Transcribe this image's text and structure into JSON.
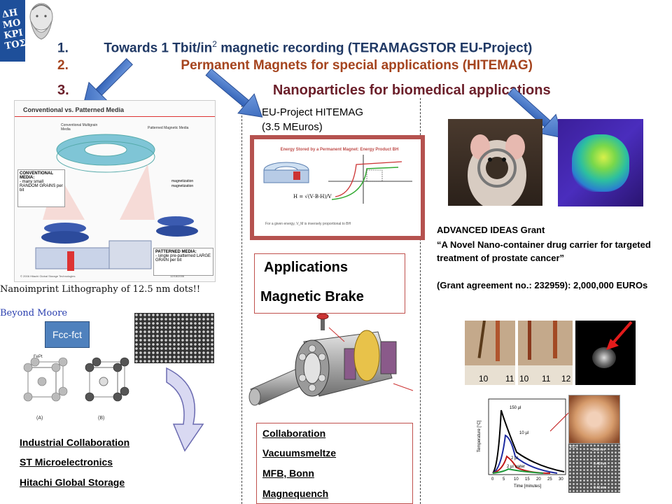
{
  "logo": {
    "text": "ΔΗΜΟΚΡΙΤΟΣ"
  },
  "headings": [
    {
      "num": "1.",
      "text": "Towards 1 Tbit/in",
      "sup": "2",
      "text2": " magnetic recording (TERAMAGSTOR EU-Project)"
    },
    {
      "num": "2.",
      "text": "Permanent Magnets for special applications (HITEMAG)"
    },
    {
      "num": "3.",
      "text": "Nanoparticles for biomedical applications"
    }
  ],
  "left": {
    "figure": {
      "title": "Conventional vs. Patterned Media",
      "label_conv_multi": "Conventional Multigrain Media",
      "label_patterned": "Patterned Magnetic Media",
      "conv_box_title": "CONVENTIONAL MEDIA:",
      "conv_box_text": "- many small RANDOM GRAINS per bit",
      "pat_box_title": "PATTERNED MEDIA:",
      "pat_box_text": "- single pre-patterned LARGE GRAIN per bit",
      "footer": "© 2006 Hitachi Global Storage Technologies",
      "date": "12/18/2006",
      "legend1": "magnetization",
      "legend2": "magnetization"
    },
    "nanoimprint": "Nanoimprint Lithography of 12.5 nm dots!!",
    "beyond": "Beyond Moore",
    "fcc_label": "Fcc-fct",
    "crystal_A": "(A)",
    "crystal_B": "(B)",
    "crystal_title": "FePt",
    "collab": [
      "Industrial Collaboration",
      "ST Microelectronics",
      "Hitachi Global Storage"
    ]
  },
  "middle": {
    "project_line1": "EU-Project HITEMAG",
    "project_line2": "(3.5 MEuros)",
    "energy_title": "Energy Stored by a Permanent Magnet: Energy Product BH",
    "energy_note": "For a given energy, V_M is inversely proportional to BH",
    "applications": "Applications",
    "brake": "Magnetic Brake",
    "collab": [
      "Collaboration",
      "Vacuumsmeltze",
      "MFB, Bonn",
      "Magnequench"
    ]
  },
  "right": {
    "grant_title": "ADVANCED IDEAS Grant",
    "grant_quote": "“A Novel Nano-container drug carrier for targeted treatment of prostate cancer”",
    "grant_agreement": "(Grant agreement no.: 232959): 2,000,000 EUROs",
    "ruler_ticks": [
      "10",
      "11",
      "10",
      "11",
      "12"
    ],
    "chart_labels": {
      "ylabel": "Temperature [°C]",
      "xlabel": "Time [minutes]",
      "l1": "150 µl",
      "l2": "10 µl",
      "l3": "2 µl",
      "l4": "2 µl water",
      "d1": "0.48 nm",
      "d2": "0.48 nm",
      "d3": "0.41 nm",
      "hkl": "[011]"
    },
    "chart_xticks": [
      "0",
      "5",
      "10",
      "15",
      "20",
      "25",
      "30"
    ]
  },
  "colors": {
    "navy": "#1f3864",
    "rust": "#a5441e",
    "maroon": "#6b1f2a",
    "arrow": "#3d6fc4",
    "redframe": "#b5524f"
  }
}
